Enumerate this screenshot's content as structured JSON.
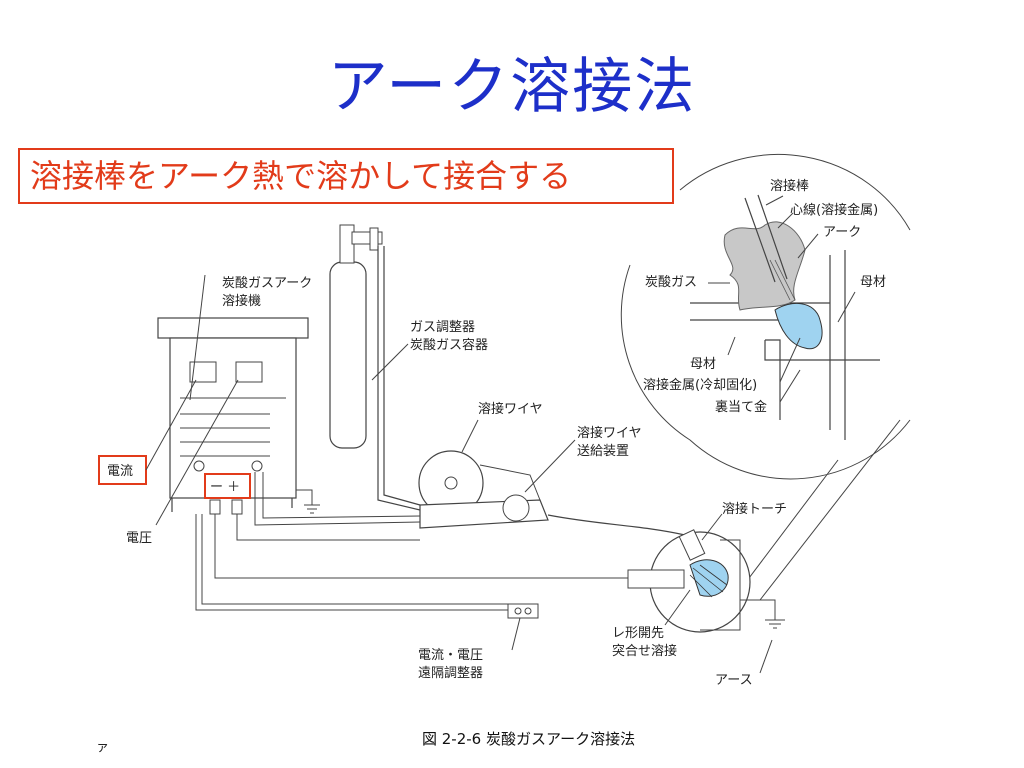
{
  "title": "アーク溶接法",
  "subtitle": "溶接棒をアーク熱で溶かして接合する",
  "figure": {
    "labels": {
      "welder_1": "炭酸ガスアーク",
      "welder_2": "溶接機",
      "gas_1": "ガス調整器",
      "gas_2": "炭酸ガス容器",
      "wire": "溶接ワイヤ",
      "feeder_1": "溶接ワイヤ",
      "feeder_2": "送給装置",
      "current": "電流",
      "voltage": "電圧",
      "polarity": "ー ＋",
      "torch": "溶接トーチ",
      "remote_1": "電流・電圧",
      "remote_2": "遠隔調整器",
      "groove_1": "レ形開先",
      "groove_2": "突合せ溶接",
      "earth": "アース",
      "rod": "溶接棒",
      "core": "心線(溶接金属)",
      "arc": "アーク",
      "co2": "炭酸ガス",
      "base_right": "母材",
      "base_left": "母材",
      "weld_metal": "溶接金属(冷却固化)",
      "backing": "裏当て金"
    },
    "caption": "図 2-2-6  炭酸ガスアーク溶接法",
    "corner_mark": "ァ"
  }
}
